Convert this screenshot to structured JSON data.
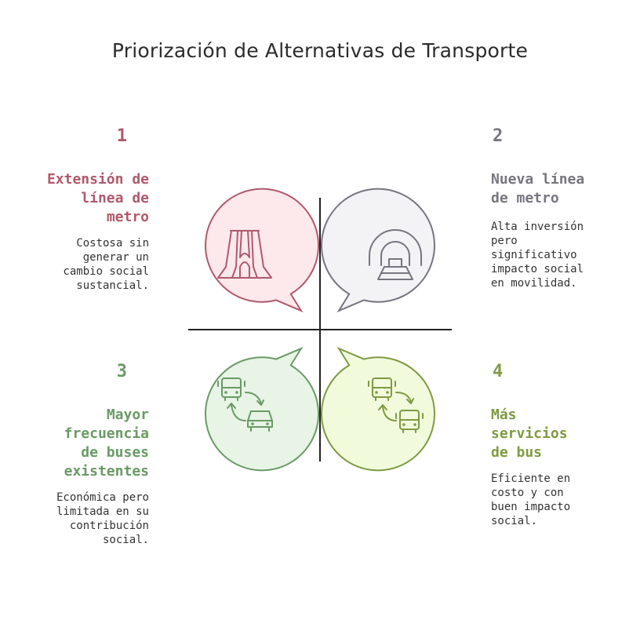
{
  "title": "Priorización de Alternativas de Transporte",
  "items": [
    {
      "number": "1",
      "heading": "Extensión de línea de metro",
      "heading_lines": [
        "Extensión de",
        "línea de",
        "metro"
      ],
      "desc_lines": [
        "Costosa sin",
        "generar un",
        "cambio social",
        "sustancial."
      ],
      "color": "#b0596b",
      "fill": "#fde8ec",
      "icon": "metro-extension-icon"
    },
    {
      "number": "2",
      "heading": "Nueva línea de metro",
      "heading_lines": [
        "Nueva línea",
        "de metro"
      ],
      "desc_lines": [
        "Alta inversión",
        "pero",
        "significativo",
        "impacto social",
        "en movilidad."
      ],
      "color": "#76757f",
      "fill": "#f3f3f6",
      "icon": "metro-tunnel-icon"
    },
    {
      "number": "3",
      "heading": "Mayor frecuencia de buses existentes",
      "heading_lines": [
        "Mayor",
        "frecuencia",
        "de buses",
        "existentes"
      ],
      "desc_lines": [
        "Económica pero",
        "limitada en su",
        "contribución",
        "social."
      ],
      "color": "#6a9a66",
      "fill": "#e7f4e6",
      "icon": "bus-to-car-icon"
    },
    {
      "number": "4",
      "heading": "Más servicios de bus",
      "heading_lines": [
        "Más",
        "servicios",
        "de bus"
      ],
      "desc_lines": [
        "Eficiente en",
        "costo y con",
        "buen impacto",
        "social."
      ],
      "color": "#7f9a42",
      "fill": "#f1fbdc",
      "icon": "bus-to-bus-icon"
    }
  ]
}
